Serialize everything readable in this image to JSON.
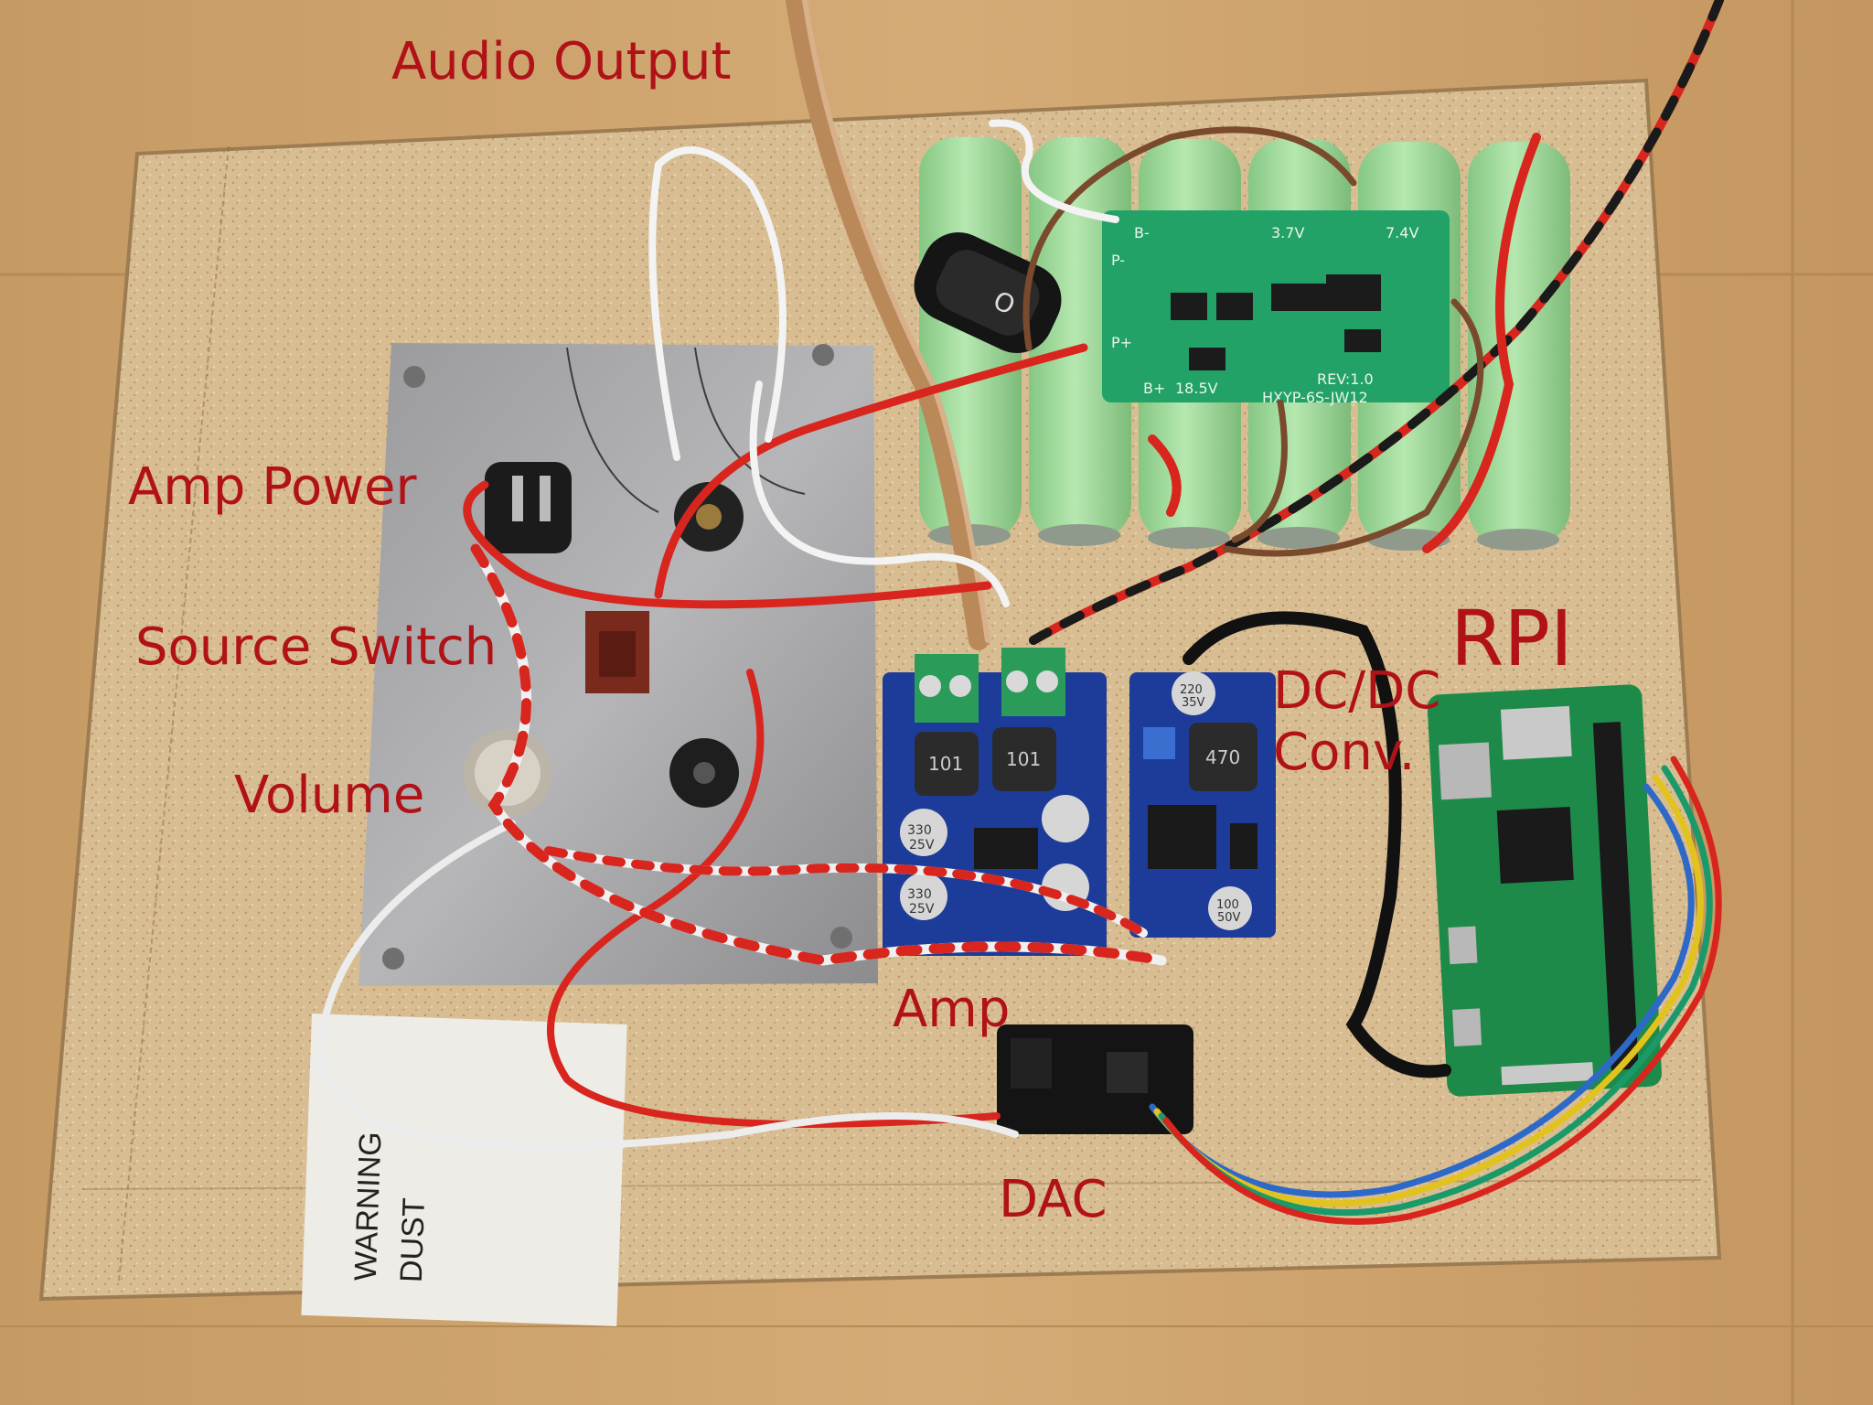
{
  "labels": {
    "audio_output": "Audio Output",
    "amp_power": "Amp Power",
    "source_switch": "Source Switch",
    "volume": "Volume",
    "rpi": "RPI",
    "dcdc_line1": "DC/DC",
    "dcdc_line2": "Conv.",
    "amp": "Amp",
    "dac": "DAC"
  },
  "silkscreen": {
    "cap_330": "330",
    "cap_25v": "25V",
    "inductor_101": "101",
    "inductor_470": "470",
    "cap_220": "220",
    "cap_100": "100",
    "cap_50v": "50V",
    "cap_35v": "35V",
    "bms_rev": "REV:1.0",
    "bms_model": "HXYP-6S-JW12",
    "bms_v1": "18.5V",
    "bms_v2": "7.4V",
    "bms_v3": "3.7V",
    "bms_b_minus": "B-",
    "bms_b_plus": "B+",
    "bms_p_minus": "P-",
    "bms_p_plus": "P+",
    "switch_mark": "O",
    "sticker_title": "WARNING",
    "sticker_line": "DUST"
  },
  "colors": {
    "wood": "#caa06c",
    "board": "#d9bf95",
    "battery": "#9fd89a",
    "pcb_blue": "#1d3c9a",
    "pcb_green": "#1e8a4a",
    "wire_red": "#d8251e",
    "label": "#b01217"
  }
}
